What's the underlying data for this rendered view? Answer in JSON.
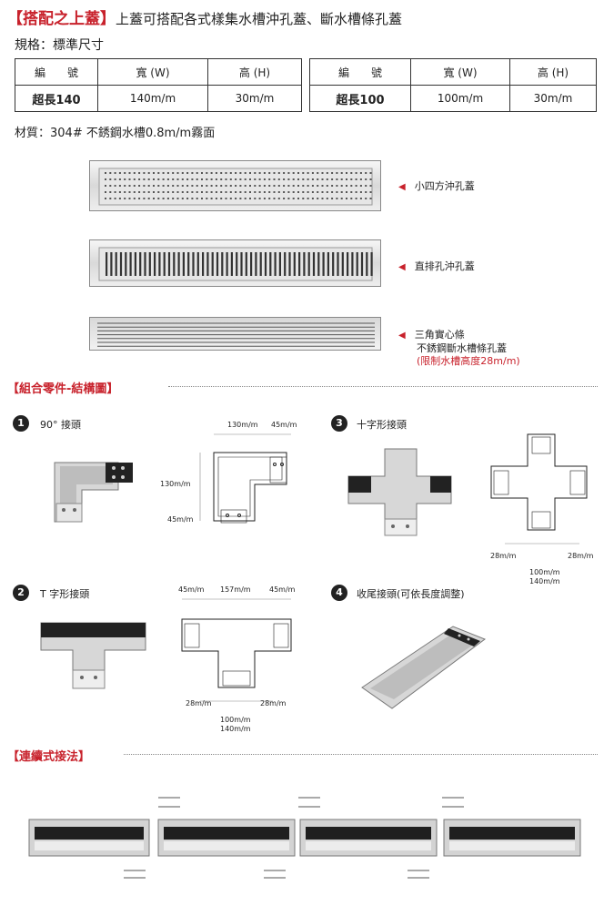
{
  "header": {
    "tag": "【搭配之上蓋】",
    "subtitle": "上蓋可搭配各式樣集水槽沖孔蓋、斷水槽條孔蓋"
  },
  "spec_label": "規格：標準尺寸",
  "spec_table": {
    "headers": [
      "編　　號",
      "寬 (W)",
      "高 (H)"
    ],
    "left_row": [
      "超長140",
      "140m/m",
      "30m/m"
    ],
    "right_row": [
      "超長100",
      "100m/m",
      "30m/m"
    ]
  },
  "material": "材質：304# 不銹鋼水槽0.8m/m霧面",
  "covers": [
    {
      "label": "小四方沖孔蓋"
    },
    {
      "label": "直排孔沖孔蓋"
    },
    {
      "label_line1": "三角實心條",
      "label_line2": "不銹鋼斷水槽條孔蓋",
      "label_line3": "(限制水槽高度28m/m)"
    }
  ],
  "section_parts": "【組合零件-結構圖】",
  "parts": [
    {
      "num": "1",
      "title": "90° 接頭",
      "dims": [
        "130m/m",
        "45m/m",
        "130m/m",
        "45m/m"
      ]
    },
    {
      "num": "3",
      "title": "十字形接頭",
      "dims": [
        "28m/m",
        "28m/m",
        "100m/m",
        "140m/m"
      ]
    },
    {
      "num": "2",
      "title": "T 字形接頭",
      "dims": [
        "45m/m",
        "157m/m",
        "45m/m",
        "28m/m",
        "28m/m",
        "100m/m",
        "140m/m"
      ]
    },
    {
      "num": "4",
      "title": "收尾接頭(可依長度調整)"
    }
  ],
  "section_connect": "【連續式接法】",
  "colors": {
    "accent": "#c8222c",
    "text": "#222222",
    "steel": "#d9d9d9"
  }
}
